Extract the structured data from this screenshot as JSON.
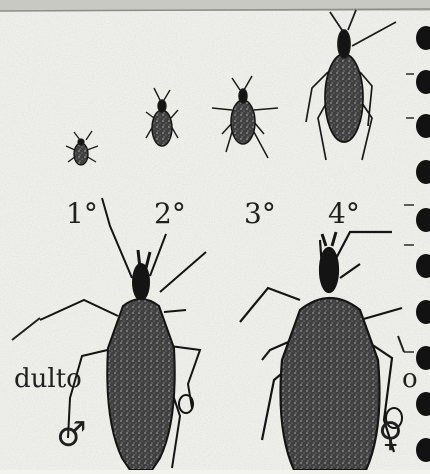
{
  "instars": {
    "first": "1°",
    "second": "2°",
    "third": "3°",
    "fourth": "4°"
  },
  "adult_text": {
    "left": "dulto",
    "right": "o"
  },
  "symbols": {
    "male": "♂",
    "female": "♀"
  },
  "colors": {
    "paper": "#f3f3ee",
    "scan_band": "#c9c9c4",
    "ink": "#1f1f1f",
    "insect_body": "#3c3c3c",
    "insect_dark": "#141414",
    "binder_ring": "#121212"
  }
}
